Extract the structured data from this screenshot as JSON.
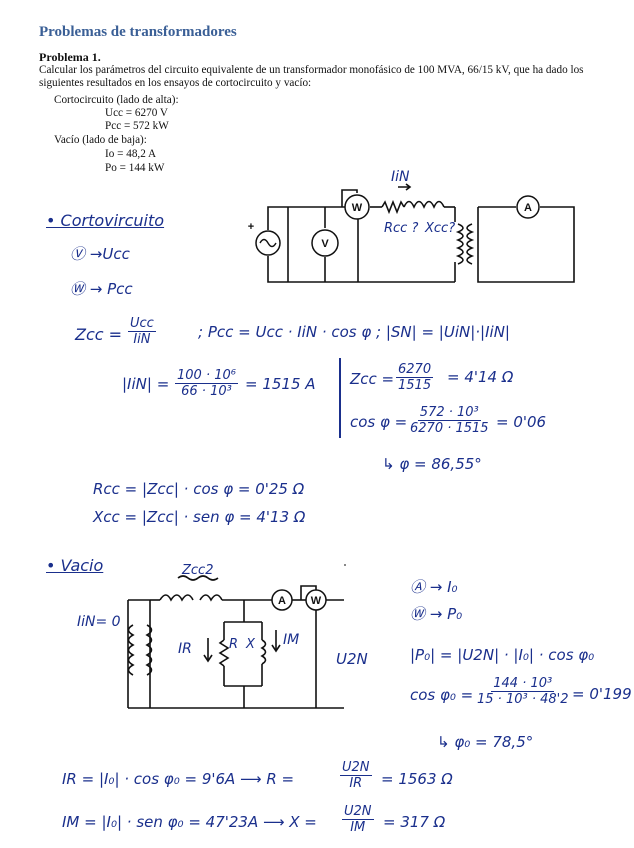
{
  "printed": {
    "title": "Problemas de transformadores",
    "problem_label": "Problema 1.",
    "statement": "Calcular los parámetros del circuito equivalente de un transformador monofásico de 100 MVA, 66/15 kV, que ha dado los siguientes resultados en los ensayos de cortocircuito y vacío:",
    "short_heading": "Cortocircuito (lado de alta):",
    "ucc": "Ucc = 6270 V",
    "pcc": "Pcc = 572 kW",
    "open_heading": "Vacío (lado de baja):",
    "io": "Io = 48,2 A",
    "po": "Po = 144 kW"
  },
  "notes": {
    "short_section": "• Cortovircuito",
    "v_to_ucc": "Ⓥ →Ucc",
    "w_to_pcc": "Ⓦ → Pcc",
    "zcc_lhs": "Zcc =",
    "zcc_num": "Ucc",
    "zcc_den": "IiN",
    "pcc_eq": "; Pcc = Ucc · IiN · cos φ ; |SN| = |UiN|·|IiN|",
    "iin_lhs": "|IiN| =",
    "iin_num": "100 · 10⁶",
    "iin_den": "66 · 10³",
    "iin_res": "= 1515 A",
    "zcc2_lhs": "Zcc =",
    "zcc2_num": "6270",
    "zcc2_den": "1515",
    "zcc2_res": "= 4'14 Ω",
    "cos_lhs": "cos φ =",
    "cos_num": "572 · 10³",
    "cos_den": "6270 · 1515",
    "cos_res": "= 0'06",
    "phi": "↳ φ = 86,55°",
    "rcc": "Rcc = |Zcc| · cos φ = 0'25 Ω",
    "xcc": "Xcc = |Zcc| · sen φ = 4'13 Ω",
    "open_section": "• Vacio",
    "a_to_io": "Ⓐ → I₀",
    "w_to_po": "Ⓦ → P₀",
    "po_eq": "|P₀| = |U2N| · |I₀| · cos φ₀",
    "cos0_lhs": "cos φ₀ =",
    "cos0_num": "144 · 10³",
    "cos0_den": "15 · 10³ · 48'2",
    "cos0_res": "= 0'199",
    "phi0": "↳ φ₀ = 78,5°",
    "ir_lhs": "IR = |I₀| · cos φ₀ = 9'6A ⟶ R =",
    "r_num": "U2N",
    "r_den": "IR",
    "r_res": "= 1563 Ω",
    "im_lhs": "IM = |I₀| · sen φ₀ = 47'23A ⟶ X =",
    "x_num": "U2N",
    "x_den": "IM",
    "x_res": "= 317 Ω"
  },
  "circuit1": {
    "iin_label": "IiN",
    "plus": "+",
    "v_meter": "V",
    "w_meter": "W",
    "a_meter": "A",
    "rcc_label": "Rcc ?",
    "xcc_label": "Xcc?"
  },
  "circuit2": {
    "zcc2_label": "Zcc2",
    "iin_zero": "IiN= 0",
    "ir_label": "IR",
    "r_label": "R",
    "x_label": "X",
    "im_label": "IM",
    "u2n_label": "U2N",
    "a_meter": "A",
    "w_meter": "W"
  }
}
